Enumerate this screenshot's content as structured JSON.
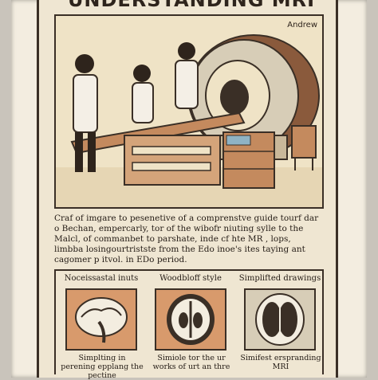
{
  "poster": {
    "title": "UNDERSTANDING MRI",
    "author": "Andrew",
    "caption": "Craf of imgare to pesenetive of a comprenstve guide tourf dar o Bechan, empercarly, tor of the wibofr niuting sylle to the Malcl, of commanbet to parshate, inde cf hte MR , lops, limbba losingourtristste from the Edo inoe's ites taying ant cagomer p itvol. in EDo period."
  },
  "panels": [
    {
      "title": "Noceissastal inuts",
      "text": "Simplting in perening epplang the pectine",
      "icon": "brain-sagittal-icon"
    },
    {
      "title": "Woodbloff style",
      "text": "Simiole tor the ur works of urt an thre",
      "icon": "brain-axial-icon"
    },
    {
      "title": "Simplifted drawings",
      "text": "Simifest erspranding MRI",
      "icon": "brain-drawing-icon"
    }
  ],
  "colors": {
    "ink": "#3a2f26",
    "paper": "#efe6d2",
    "wood": "#c48a5e",
    "machine": "#d7cdb7"
  }
}
